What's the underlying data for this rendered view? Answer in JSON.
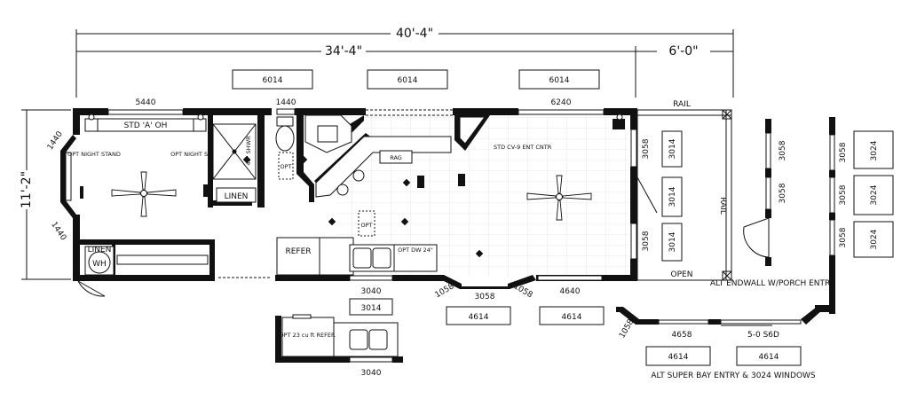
{
  "dimensions": {
    "overall": "40'-4\"",
    "main": "34'-4\"",
    "porch": "6'-0\"",
    "width": "11'-2\""
  },
  "windows_top": [
    "5440",
    "1440",
    "6240"
  ],
  "window_alts_top": [
    "6014",
    "6014",
    "6014"
  ],
  "windows_bedroom_bay": [
    "1440",
    "1440"
  ],
  "windows_side": [
    "3058",
    "3058"
  ],
  "window_alts_side": [
    "3014",
    "3014",
    "3014"
  ],
  "windows_bottom": {
    "sink": "3040",
    "bay_left": "1058",
    "bay_center": "3058",
    "bay_right": "1058",
    "right": "4640"
  },
  "window_alts_bottom": {
    "sink": "3014",
    "bay": "4614",
    "right": "4614"
  },
  "labels": {
    "closet": "STD 'A' OH",
    "night_stand": "OPT NIGHT STAND",
    "shower": "48\" SHWR",
    "opt": "OPT",
    "linen": "LINEN",
    "wh": "WH",
    "rag": "RAG",
    "ent_center": "STD CV-9 ENT CNTR",
    "refer": "REFER",
    "dw": "OPT DW 24\"",
    "rail": "RAIL",
    "open": "OPEN"
  },
  "alt_refer": {
    "label": "OPT 23 cu ft REFER",
    "window": "3040"
  },
  "alt_endwall": {
    "title": "ALT ENDWALL W/PORCH ENTRY",
    "windows": [
      "3058",
      "3058",
      "3058",
      "3058",
      "3058"
    ],
    "alts": [
      "3024",
      "3024",
      "3024"
    ]
  },
  "alt_super_bay": {
    "title": "ALT SUPER BAY ENTRY & 3024 WINDOWS",
    "windows": [
      "1058",
      "4658",
      "5-0 S6D"
    ],
    "alts": [
      "4614",
      "4614"
    ]
  }
}
